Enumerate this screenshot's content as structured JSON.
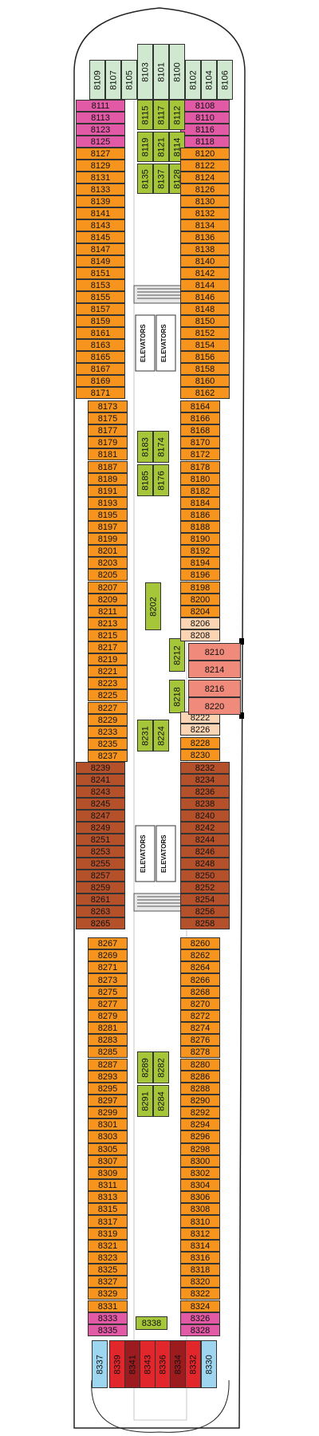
{
  "colors": {
    "hull": "#ffffff",
    "outline": "#222222",
    "orange": "#f7941d",
    "brown": "#b5512a",
    "pink": "#e25aa6",
    "lime": "#a6c63a",
    "salmon": "#f08a7a",
    "peach": "#fbd4b4",
    "mint": "#cfe8cf",
    "skyblue": "#9fd6ef",
    "red": "#e1262c",
    "darkred": "#9b1b1f"
  },
  "labels": {
    "elevators_fwd_left": "ELEVATORS",
    "elevators_fwd_right": "ELEVATORS",
    "elevators_aft_left": "ELEVATORS",
    "elevators_aft_right": "ELEVATORS"
  },
  "bow": [
    "8109",
    "8107",
    "8105",
    "8103",
    "8101",
    "8100",
    "8102",
    "8104",
    "8106"
  ],
  "pink_fwd_left": [
    "8111",
    "8113",
    "8123",
    "8125"
  ],
  "pink_fwd_right": [
    "8108",
    "8110",
    "8116",
    "8118"
  ],
  "lime_fwd": [
    "8115",
    "8117",
    "8112",
    "8119",
    "8121",
    "8114",
    "8135",
    "8137",
    "8128"
  ],
  "left_fwd": [
    "8127",
    "8129",
    "8131",
    "8133",
    "8139",
    "8141",
    "8143",
    "8145",
    "8147",
    "8149",
    "8151",
    "8153",
    "8155",
    "8157",
    "8159",
    "8161",
    "8163",
    "8165",
    "8167",
    "8169",
    "8171"
  ],
  "right_fwd": [
    "8120",
    "8122",
    "8124",
    "8126",
    "8130",
    "8132",
    "8134",
    "8136",
    "8138",
    "8140",
    "8142",
    "8144",
    "8146",
    "8148",
    "8150",
    "8152",
    "8154",
    "8156",
    "8158",
    "8160",
    "8162"
  ],
  "left_mid": [
    "8173",
    "8175",
    "8177",
    "8179",
    "8181",
    "8187",
    "8189",
    "8191",
    "8193",
    "8195",
    "8197",
    "8199",
    "8201",
    "8203",
    "8205",
    "8207",
    "8209",
    "8211",
    "8213",
    "8215",
    "8217",
    "8219",
    "8221",
    "8223",
    "8225",
    "8227",
    "8229",
    "8233",
    "8235",
    "8237"
  ],
  "right_mid": [
    "8164",
    "8166",
    "8168",
    "8170",
    "8172",
    "8178",
    "8180",
    "8182",
    "8184",
    "8186",
    "8188",
    "8190",
    "8192",
    "8194",
    "8196",
    "8198",
    "8200",
    "8204"
  ],
  "lime_mid": [
    "8183",
    "8174",
    "8185",
    "8176",
    "8202",
    "8212",
    "8218",
    "8231",
    "8224"
  ],
  "peach": [
    "8206",
    "8208",
    "8222",
    "8226"
  ],
  "salmon": [
    "8210",
    "8214",
    "8216",
    "8220"
  ],
  "right_mid2": [
    "8228",
    "8230"
  ],
  "brown_left": [
    "8239",
    "8241",
    "8243",
    "8245",
    "8247",
    "8249",
    "8251",
    "8253",
    "8255",
    "8257",
    "8259",
    "8261",
    "8263",
    "8265"
  ],
  "brown_right": [
    "8232",
    "8234",
    "8236",
    "8238",
    "8240",
    "8242",
    "8244",
    "8246",
    "8248",
    "8250",
    "8252",
    "8254",
    "8256",
    "8258"
  ],
  "left_aft": [
    "8267",
    "8269",
    "8271",
    "8273",
    "8275",
    "8277",
    "8279",
    "8281",
    "8283",
    "8285",
    "8287",
    "8293",
    "8295",
    "8297",
    "8299",
    "8301",
    "8303",
    "8305",
    "8307",
    "8309",
    "8311",
    "8313",
    "8315",
    "8317",
    "8319",
    "8321",
    "8323",
    "8325",
    "8327",
    "8329",
    "8331"
  ],
  "right_aft": [
    "8260",
    "8262",
    "8264",
    "8266",
    "8268",
    "8270",
    "8272",
    "8274",
    "8276",
    "8278",
    "8280",
    "8286",
    "8288",
    "8290",
    "8292",
    "8294",
    "8296",
    "8298",
    "8300",
    "8302",
    "8304",
    "8306",
    "8308",
    "8310",
    "8312",
    "8314",
    "8316",
    "8318",
    "8320",
    "8322",
    "8324"
  ],
  "lime_aft": [
    "8289",
    "8282",
    "8291",
    "8284",
    "8338"
  ],
  "pink_aft_left": [
    "8333",
    "8335"
  ],
  "pink_aft_right": [
    "8326",
    "8328"
  ],
  "stern": [
    "8337",
    "8339",
    "8341",
    "8343",
    "8336",
    "8334",
    "8332",
    "8330"
  ]
}
